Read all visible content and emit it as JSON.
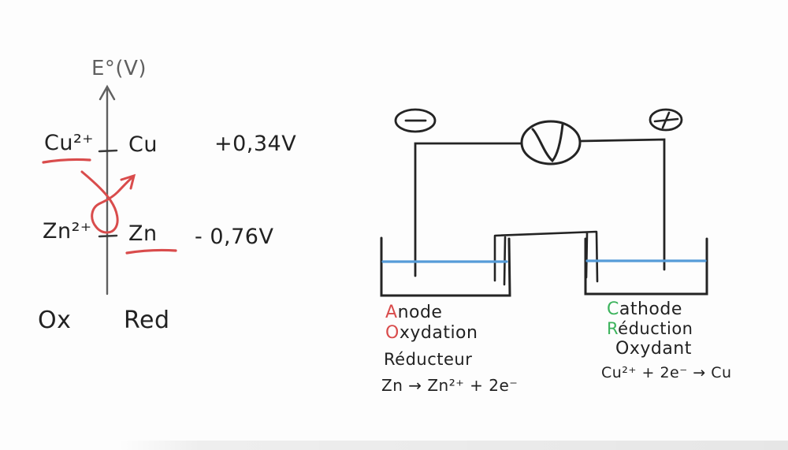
{
  "colors": {
    "ink": "#222222",
    "grey": "#606060",
    "red": "#d94c4c",
    "green": "#3cb35c",
    "blue": "#569cd8"
  },
  "scale": {
    "axis_label": "E°(V)",
    "couples": [
      {
        "oxidant": "Cu²⁺",
        "reductant": "Cu",
        "potential": "+0,34V"
      },
      {
        "oxidant": "Zn²⁺",
        "reductant": "Zn",
        "potential": "- 0,76V"
      }
    ],
    "column_ox": "Ox",
    "column_red": "Red"
  },
  "cell": {
    "negative_terminal": "−",
    "positive_terminal": "+",
    "voltmeter_label": "V",
    "anode": {
      "initial": "A",
      "rest": "node"
    },
    "oxidation": {
      "initial": "O",
      "rest": "xydation"
    },
    "reducer": "Réducteur",
    "anode_half_equation": "Zn → Zn²⁺ + 2e⁻",
    "cathode": {
      "initial": "C",
      "rest": "athode"
    },
    "reduction": {
      "initial": "R",
      "rest": "éduction"
    },
    "oxidant": "Oxydant",
    "cathode_half_equation": "Cu²⁺ + 2e⁻ → Cu"
  }
}
